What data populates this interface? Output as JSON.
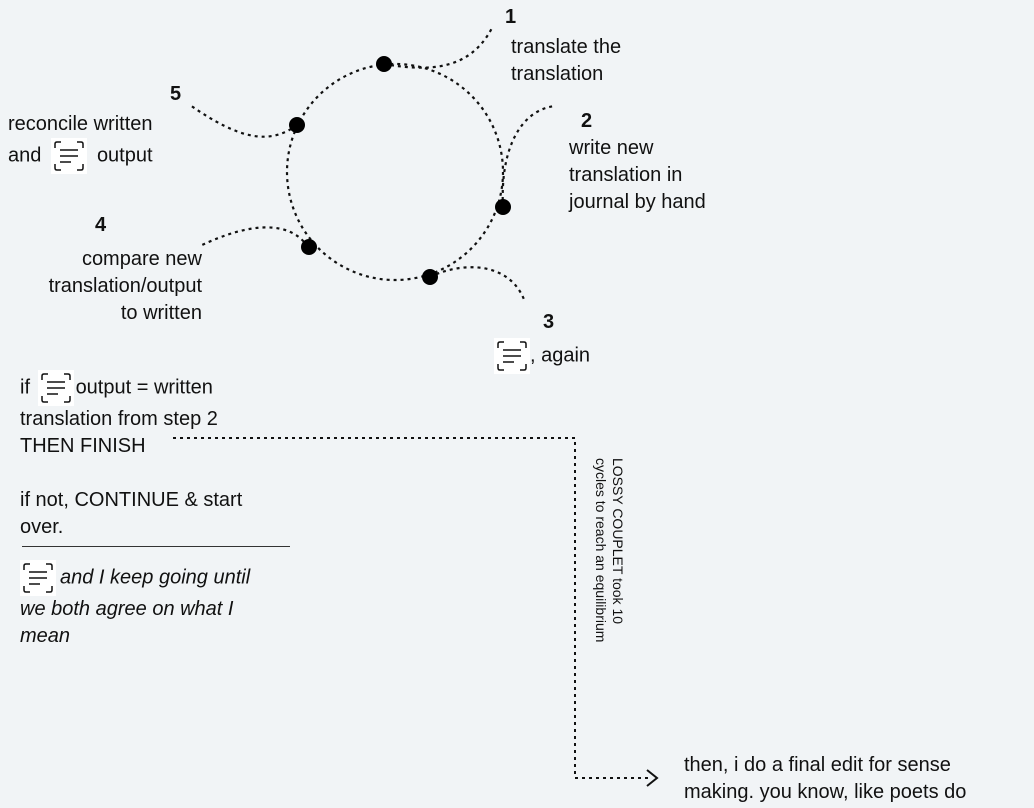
{
  "steps": [
    {
      "number": "1",
      "lines": [
        "translate the",
        "translation"
      ]
    },
    {
      "number": "2",
      "lines": [
        "write new",
        "translation in",
        "journal by hand"
      ]
    },
    {
      "number": "3",
      "text": ", again"
    },
    {
      "number": "4",
      "lines": [
        "compare new",
        "translation/output",
        "to written"
      ]
    },
    {
      "number": "5",
      "line1": "reconcile written",
      "line2_before": "and",
      "line2_after": "output"
    }
  ],
  "condition": {
    "if_before": "if",
    "if_after": "output = written",
    "line2": "translation from step 2",
    "line3": "THEN FINISH",
    "else_line1": "if not, CONTINUE & start",
    "else_line2": "over."
  },
  "note": {
    "line1_after_icon": "and I  keep going until",
    "line2": "we both agree on what I",
    "line3": "mean"
  },
  "side_note": {
    "line1": "LOSSY COUPLET took 10",
    "line2": "cycles to reach an equilibrium"
  },
  "final": {
    "line1": "then, i do a final edit for sense",
    "line2": "making. you know, like poets do"
  },
  "icons": [
    "text-scan-icon"
  ]
}
